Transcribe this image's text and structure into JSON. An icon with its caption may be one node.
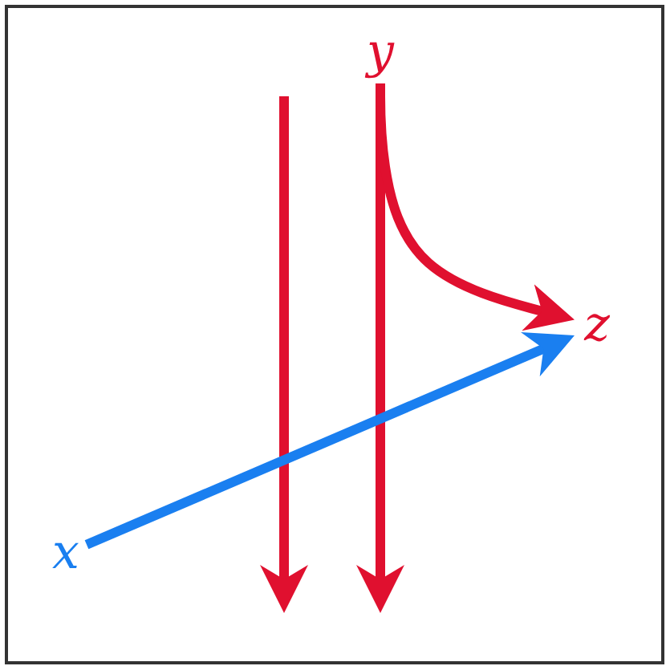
{
  "diagram": {
    "nodes": [
      {
        "text": [
          "y"
        ]
      },
      {
        "text": [
          "z"
        ]
      },
      {
        "text": [
          "x"
        ]
      }
    ],
    "edges": [
      {
        "from": 0,
        "to": null,
        "arrow": "to"
      },
      {
        "from": 0,
        "to": 1,
        "arrow": "to"
      },
      {
        "from": 2,
        "to": 1,
        "arrow": "to",
        "color": "#1a7ff0"
      }
    ]
  }
}
